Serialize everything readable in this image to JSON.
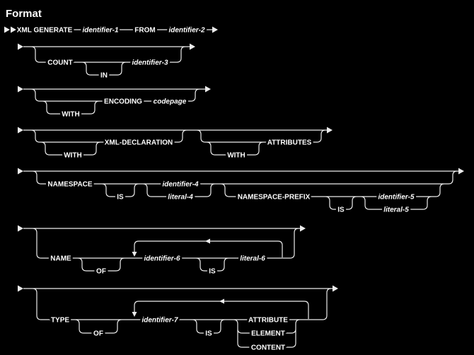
{
  "heading": "Format",
  "diagram": {
    "row1": {
      "xml_generate": "XML GENERATE",
      "identifier_1": "identifier-1",
      "from": "FROM",
      "identifier_2": "identifier-2"
    },
    "row2": {
      "count": "COUNT",
      "in": "IN",
      "identifier_3": "identifier-3"
    },
    "row3": {
      "with": "WITH",
      "encoding": "ENCODING",
      "codepage": "codepage"
    },
    "row4": {
      "with_1": "WITH",
      "xml_declaration": "XML-DECLARATION",
      "with_2": "WITH",
      "attributes": "ATTRIBUTES"
    },
    "row5": {
      "namespace": "NAMESPACE",
      "is_1": "IS",
      "identifier_4": "identifier-4",
      "literal_4": "literal-4",
      "namespace_prefix": "NAMESPACE-PREFIX",
      "is_2": "IS",
      "identifier_5": "identifier-5",
      "literal_5": "literal-5"
    },
    "row6": {
      "name": "NAME",
      "of": "OF",
      "identifier_6": "identifier-6",
      "is": "IS",
      "literal_6": "literal-6"
    },
    "row7": {
      "type": "TYPE",
      "of": "OF",
      "identifier_7": "identifier-7",
      "is": "IS",
      "attribute": "ATTRIBUTE",
      "element": "ELEMENT",
      "content": "CONTENT"
    }
  },
  "colors": {
    "background": "#000000",
    "rail": "#ececec",
    "text": "#ffffff"
  }
}
